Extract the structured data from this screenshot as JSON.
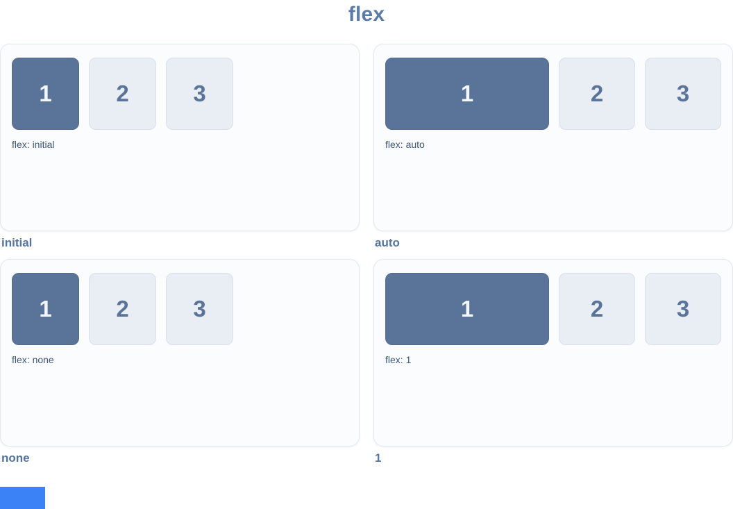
{
  "page": {
    "title": "flex"
  },
  "colors": {
    "accent": "#5b7ba8",
    "caption": "#54749f",
    "label": "#3d5574",
    "box1_bg": "#5a7499",
    "box1_text": "#f3f6fa",
    "box_bg": "#e9edf4",
    "box_border": "#d9e0ed",
    "box_text": "#5a7499",
    "panel_bg": "#fbfcfe",
    "panel_border": "#e2e7f0",
    "page_bg": "#ffffff",
    "bottom_rect": "#3b82f6"
  },
  "panels": [
    {
      "caption": "initial",
      "label": "flex: initial",
      "grow": false,
      "boxes": [
        "1",
        "2",
        "3"
      ]
    },
    {
      "caption": "auto",
      "label": "flex: auto",
      "grow": true,
      "boxes": [
        "1",
        "2",
        "3"
      ]
    },
    {
      "caption": "none",
      "label": "flex: none",
      "grow": false,
      "boxes": [
        "1",
        "2",
        "3"
      ]
    },
    {
      "caption": "1",
      "label": "flex: 1",
      "grow": true,
      "boxes": [
        "1",
        "2",
        "3"
      ]
    }
  ]
}
